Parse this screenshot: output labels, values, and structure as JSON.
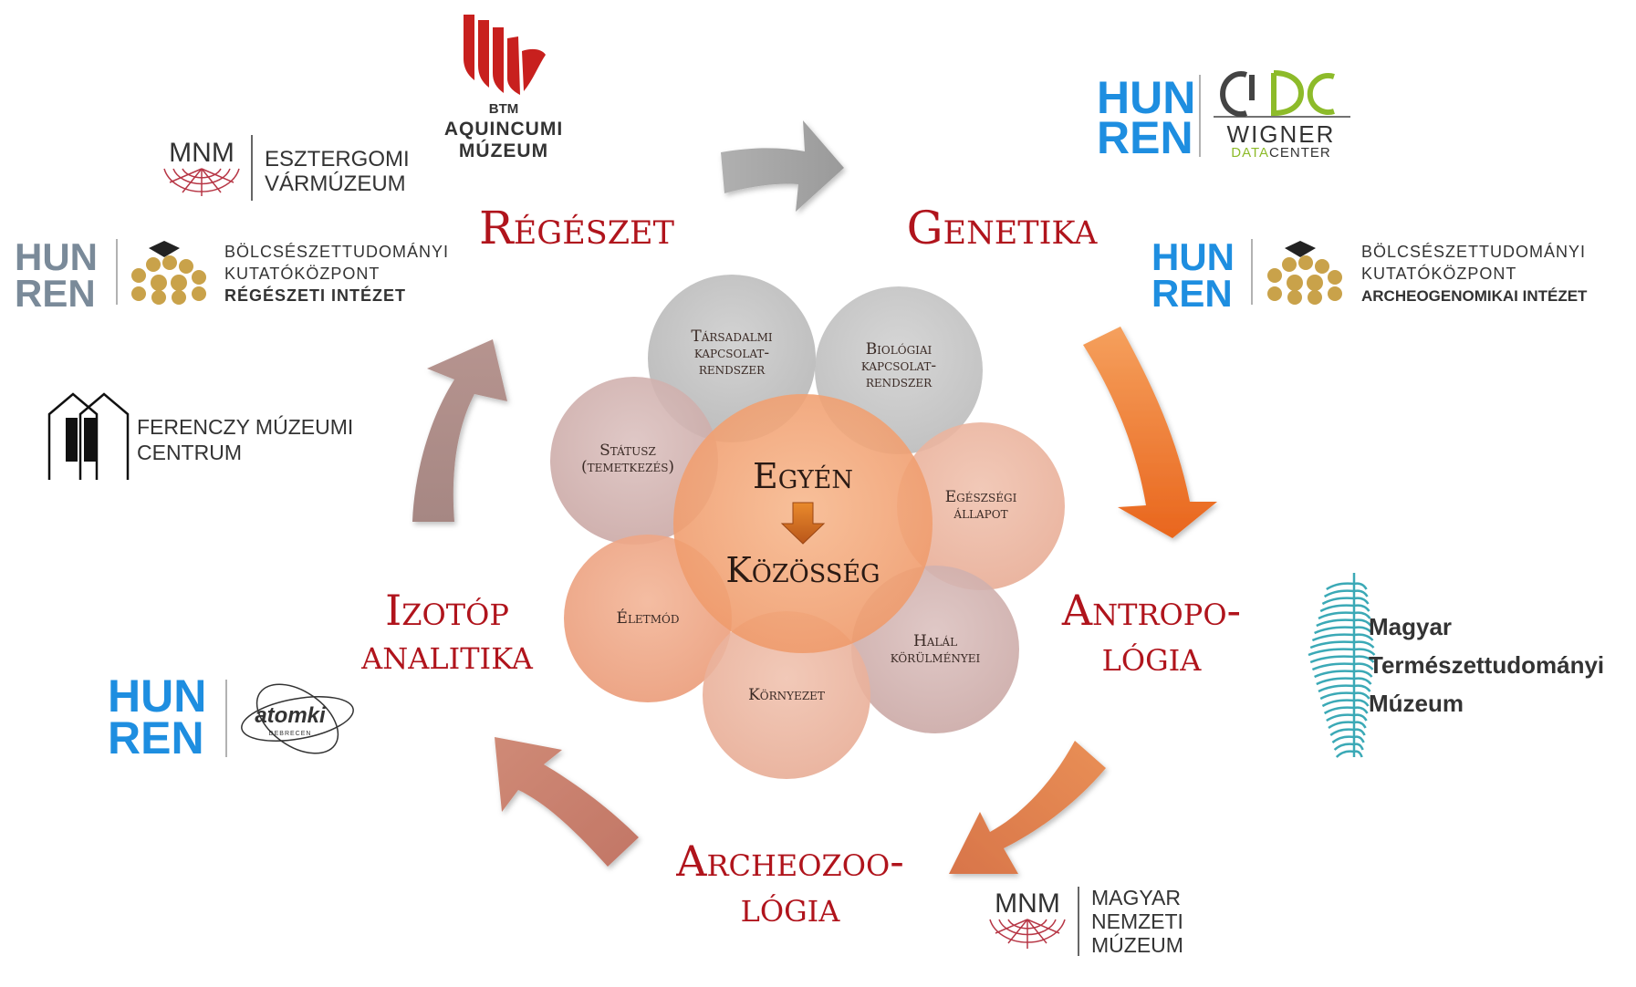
{
  "center": {
    "top": "Egyén",
    "bottom": "Közösség"
  },
  "circles": [
    {
      "id": "tarsadalmi",
      "lines": [
        "Társadalmi",
        "kapcsolat-",
        "rendszer"
      ]
    },
    {
      "id": "biologiai",
      "lines": [
        "Biológiai",
        "kapcsolat-",
        "rendszer"
      ]
    },
    {
      "id": "egeszsegi",
      "lines": [
        "Egészségi",
        "állapot"
      ]
    },
    {
      "id": "halal",
      "lines": [
        "Halál",
        "körülményei"
      ]
    },
    {
      "id": "kornyezet",
      "lines": [
        "Környezet"
      ]
    },
    {
      "id": "eletmod",
      "lines": [
        "Életmód"
      ]
    },
    {
      "id": "statusz",
      "lines": [
        "Státusz",
        "(temetkezés)"
      ]
    }
  ],
  "disciplines": {
    "regeszet": [
      "Régészet"
    ],
    "genetika": [
      "Genetika"
    ],
    "antropologia": [
      "Antropo-",
      "lógia"
    ],
    "archeozoologia": [
      "Archeozoo-",
      "lógia"
    ],
    "izotop": [
      "Izotóp",
      "analitika"
    ]
  },
  "colors": {
    "discipline_text": "#b0141c",
    "arrow_gray": "#a3a3a3",
    "arrow_orange": "#ee7a2a",
    "arrow_rust": "#c47062",
    "arrow_mauve": "#a07c78",
    "hunren_blue": "#1e8ee0",
    "hunren_gray": "#7a8a99",
    "mnm_red": "#b73746",
    "btm_red": "#c8201e",
    "wigner_green": "#8dbb2a",
    "mtm_teal": "#3ba9b6",
    "bolcs_gold": "#c9a24a"
  },
  "logos": {
    "btm": {
      "line1": "BTM",
      "line2": "AQUINCUMI",
      "line3": "MÚZEUM"
    },
    "mnm_esztergom": {
      "mark": "MNM",
      "line1": "ESZTERGOMI",
      "line2": "VÁRMÚZEUM"
    },
    "hunren_left": {
      "hun": "HUN",
      "ren": "REN",
      "line1": "BÖLCSÉSZETTUDOMÁNYI",
      "line2": "KUTATÓKÖZPONT",
      "line3": "RÉGÉSZETI INTÉZET"
    },
    "ferenczy": {
      "line1": "FERENCZY MÚZEUMI",
      "line2": "CENTRUM"
    },
    "hunren_atomki": {
      "hun": "HUN",
      "ren": "REN",
      "mark": "atomki",
      "sub": "DEBRECEN"
    },
    "hunren_wigner": {
      "hun": "HUN",
      "ren": "REN",
      "line1": "WIGNER",
      "line2a": "DATA",
      "line2b": "CENTER"
    },
    "hunren_right": {
      "hun": "HUN",
      "ren": "REN",
      "line1": "BÖLCSÉSZETTUDOMÁNYI",
      "line2": "KUTATÓKÖZPONT",
      "line3": "ARCHEOGENOMIKAI INTÉZET"
    },
    "mtm": {
      "line1": "Magyar",
      "line2": "Természettudományi",
      "line3": "Múzeum"
    },
    "mnm_nemzeti": {
      "mark": "MNM",
      "line1": "MAGYAR",
      "line2": "NEMZETI",
      "line3": "MÚZEUM"
    }
  }
}
